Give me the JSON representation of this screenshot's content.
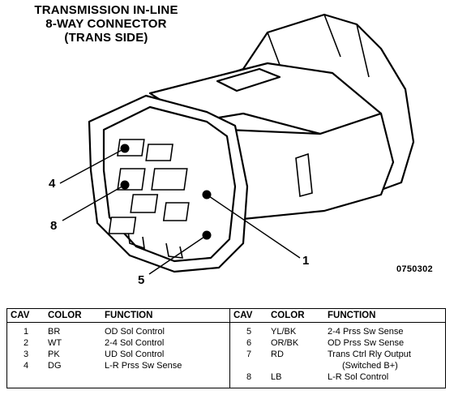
{
  "title": {
    "line1": "TRANSMISSION IN-LINE",
    "line2": "8-WAY CONNECTOR",
    "line3": "(TRANS SIDE)"
  },
  "callouts": {
    "pin4": "4",
    "pin8": "8",
    "pin1": "1",
    "pin5": "5"
  },
  "figure_id": "0750302",
  "table": {
    "headers": {
      "cav": "CAV",
      "color": "COLOR",
      "function": "FUNCTION",
      "cav2": "CAV",
      "color2": "COLOR",
      "function2": "FUNCTION"
    },
    "rows": [
      {
        "cav": "1",
        "color": "BR",
        "function": "OD Sol Control",
        "cav2": "5",
        "color2": "YL/BK",
        "function2": "2-4 Prss Sw Sense"
      },
      {
        "cav": "2",
        "color": "WT",
        "function": "2-4 Sol Control",
        "cav2": "6",
        "color2": "OR/BK",
        "function2": "OD Prss Sw Sense"
      },
      {
        "cav": "3",
        "color": "PK",
        "function": "UD Sol Control",
        "cav2": "7",
        "color2": "RD",
        "function2": "Trans Ctrl Rly Output"
      },
      {
        "cav": "4",
        "color": "DG",
        "function": "L-R Prss Sw Sense",
        "cav2": "",
        "color2": "",
        "function2": "(Switched B+)"
      },
      {
        "cav": "",
        "color": "",
        "function": "",
        "cav2": "8",
        "color2": "LB",
        "function2": "L-R Sol Control"
      }
    ]
  }
}
